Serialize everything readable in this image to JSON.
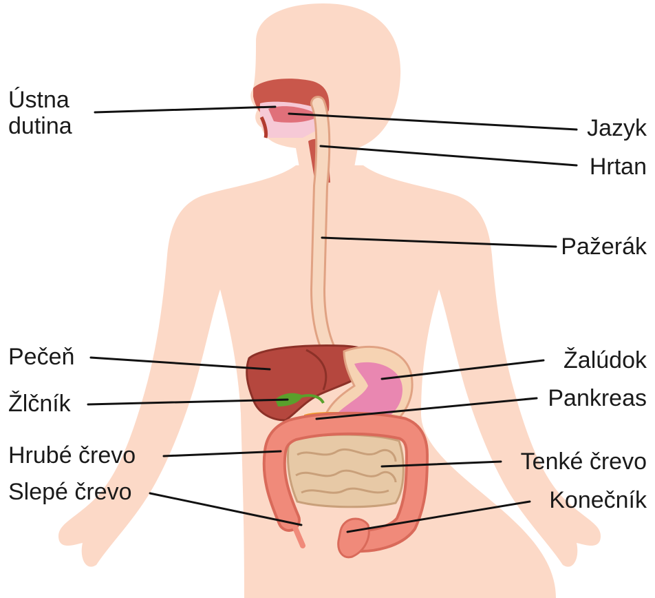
{
  "colors": {
    "skin": "#fcd9c7",
    "liver": "#b5473e",
    "stomach_outer": "#f6d3b3",
    "stomach_inner": "#e987b1",
    "large_intestine": "#f08a7a",
    "small_intestine": "#e7c9a6",
    "gallbladder": "#5aa02c",
    "pancreas": "#f19a2b",
    "esophagus": "#f7d7bf"
  },
  "labels": {
    "mouth_line1": "Ústna",
    "mouth_line2": "dutina",
    "tongue": "Jazyk",
    "larynx": "Hrtan",
    "esophagus": "Pažerák",
    "liver": "Pečeň",
    "stomach": "Žalúdok",
    "gallbladder": "Žlčník",
    "pancreas": "Pankreas",
    "large_intestine": "Hrubé črevo",
    "small_intestine": "Tenké črevo",
    "appendix": "Slepé črevo",
    "rectum": "Konečník"
  }
}
